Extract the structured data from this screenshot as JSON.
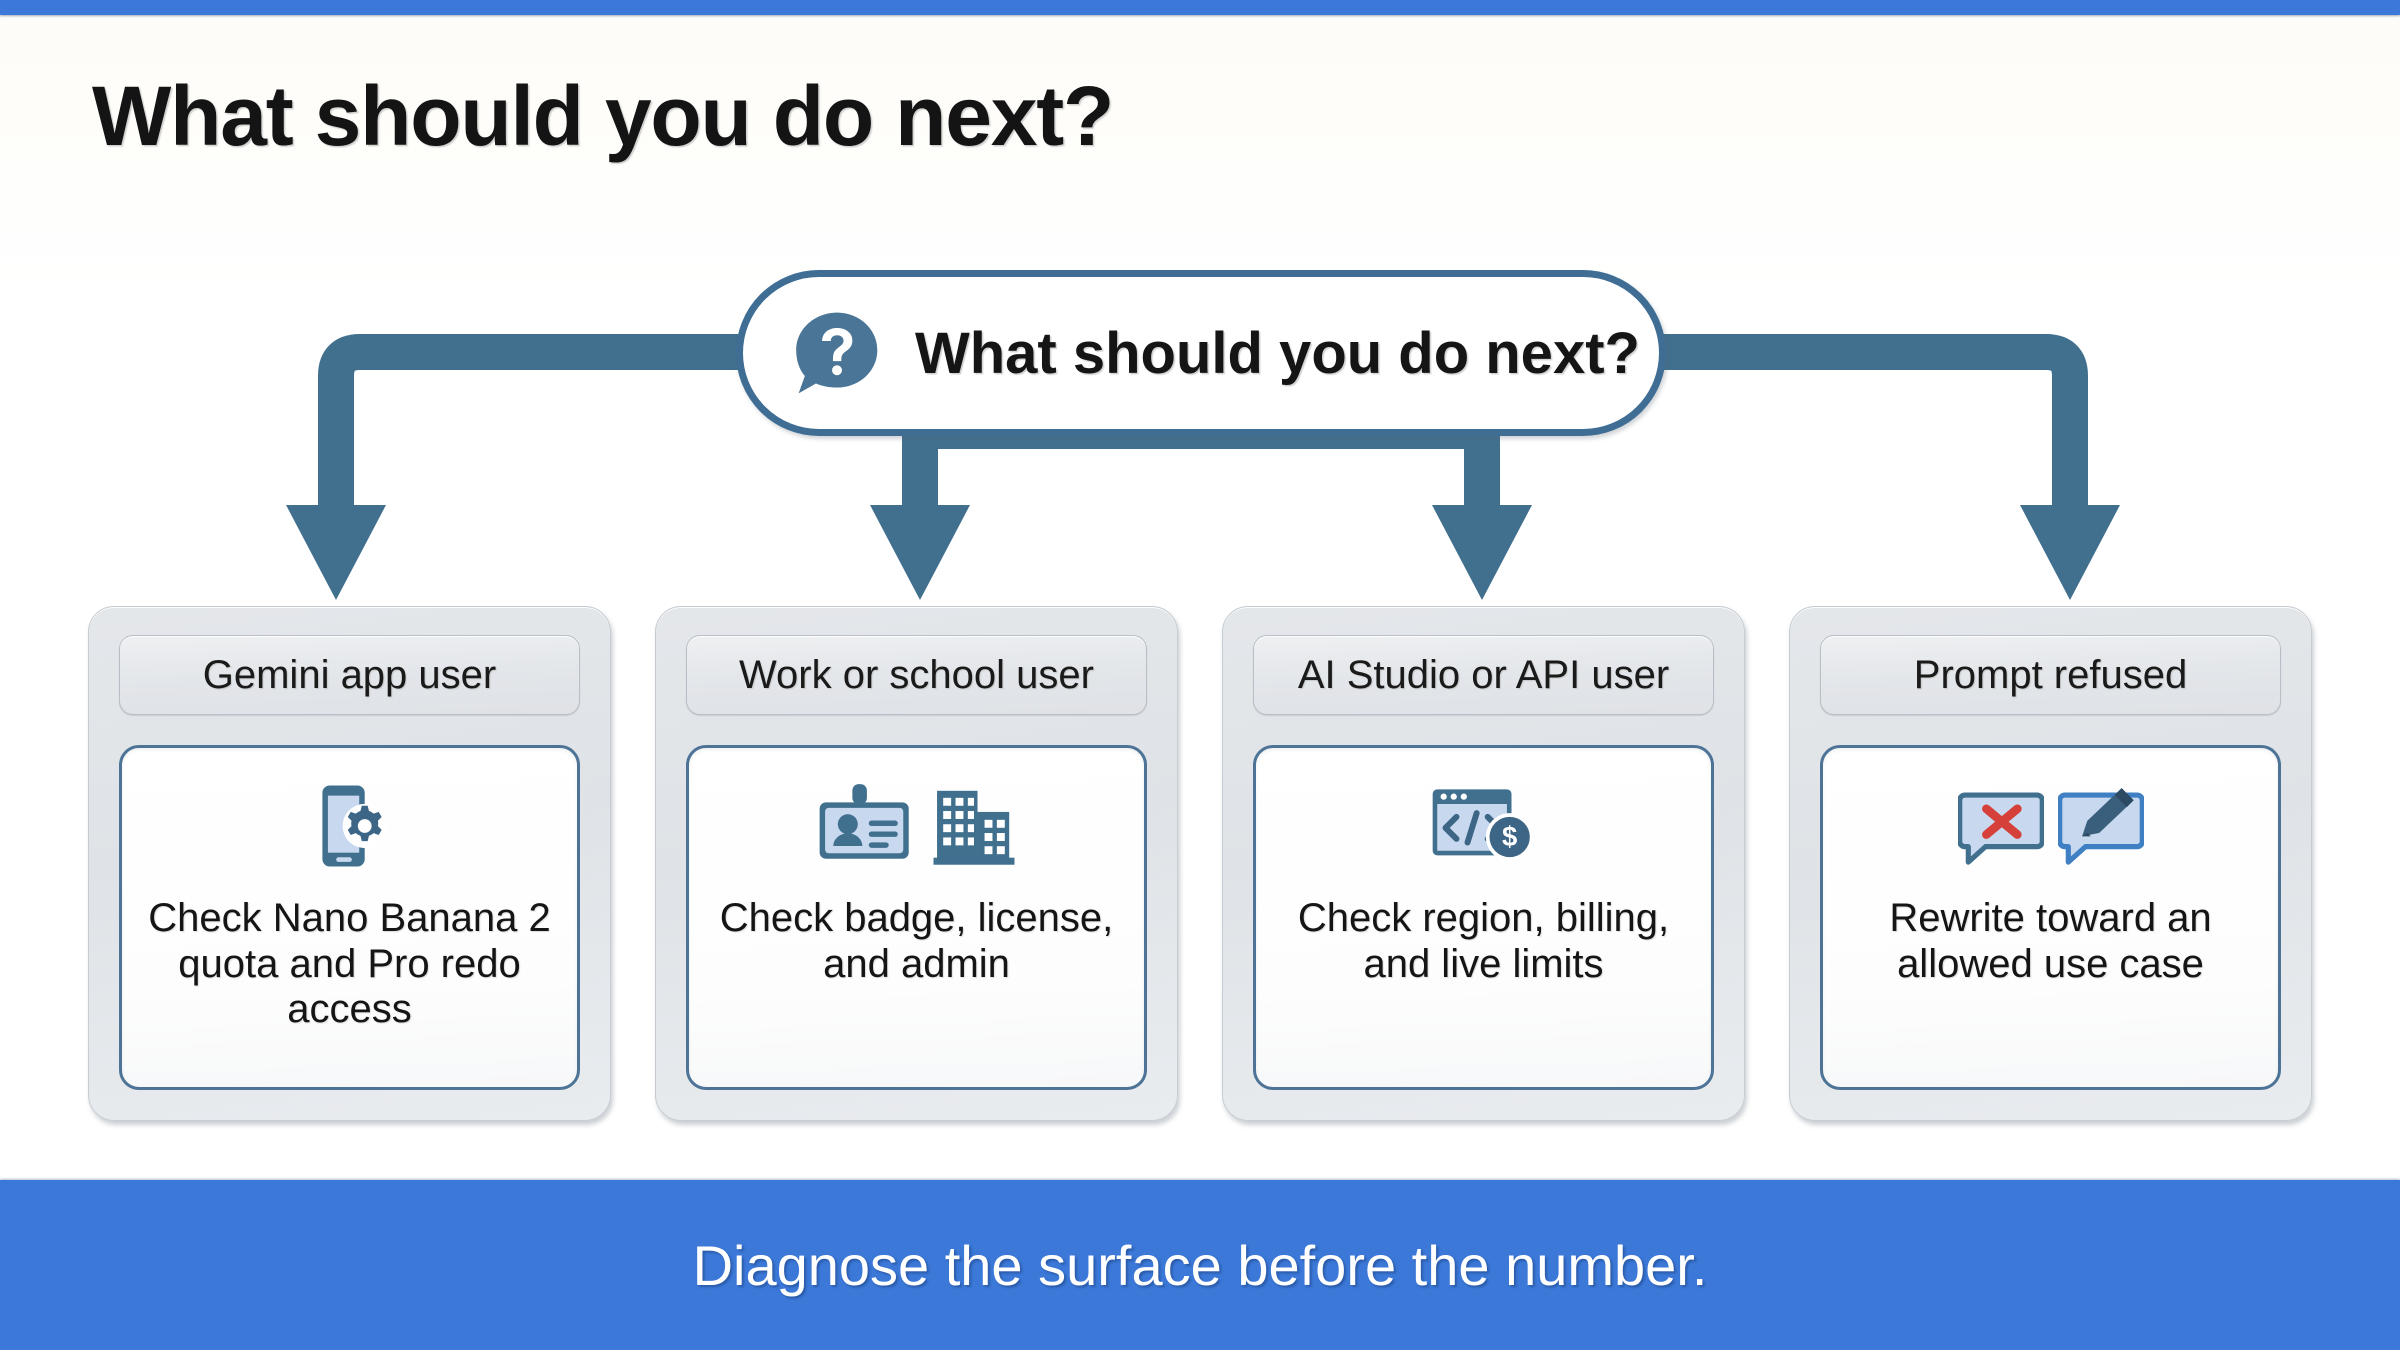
{
  "theme": {
    "accent_blue": "#3b78d8",
    "connector_blue": "#3f6d94",
    "icon_blue_dark": "#3f6d94",
    "icon_blue_light": "#c8d9ef",
    "card_border_blue": "#4d7396",
    "refuse_red": "#d6403a",
    "text_dark": "#151515",
    "card_bg": "#e4e7ea"
  },
  "headline": "What should you do next?",
  "question_pill": {
    "icon": "question-speech-bubble-icon",
    "label": "What should you do next?"
  },
  "branches": [
    {
      "header": "Gemini app user",
      "icons": [
        "phone-gear-icon"
      ],
      "text": "Check Nano Banana 2 quota and Pro redo access"
    },
    {
      "header": "Work or school user",
      "icons": [
        "id-badge-icon",
        "office-building-icon"
      ],
      "text": "Check badge, license, and admin"
    },
    {
      "header": "AI Studio or API user",
      "icons": [
        "code-window-icon",
        "dollar-coin-icon"
      ],
      "text": "Check region, billing, and live limits"
    },
    {
      "header": "Prompt refused",
      "icons": [
        "speech-bubble-x-icon",
        "speech-bubble-pencil-icon"
      ],
      "text": "Rewrite toward an allowed use case"
    }
  ],
  "footer": {
    "text": "Diagnose the surface before the number."
  }
}
